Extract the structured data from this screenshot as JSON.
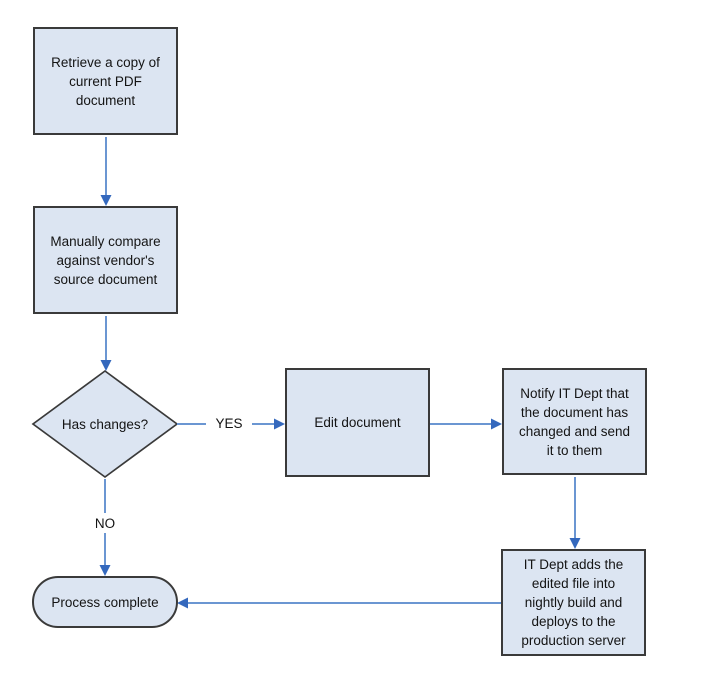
{
  "diagram": {
    "type": "flowchart",
    "background_color": "#ffffff",
    "node_fill_color": "#dce5f2",
    "node_border_color": "#3a3a3a",
    "arrow_line_color": "#6b96d2",
    "arrow_head_color": "#3468bd",
    "text_color": "#141414",
    "nodes": {
      "retrieve": {
        "type": "process",
        "label": "Retrieve a copy of\ncurrent PDF\ndocument"
      },
      "compare": {
        "type": "process",
        "label": "Manually compare\nagainst vendor's\nsource document"
      },
      "has_changes": {
        "type": "decision",
        "label": "Has changes?"
      },
      "edit": {
        "type": "process",
        "label": "Edit document"
      },
      "notify": {
        "type": "process",
        "label": "Notify IT Dept that\nthe document has\nchanged and send\nit to them"
      },
      "deploy": {
        "type": "process",
        "label": "IT Dept adds the\nedited file into\nnightly build and\ndeploys to the\nproduction server"
      },
      "complete": {
        "type": "terminator",
        "label": "Process complete"
      }
    },
    "edges": [
      {
        "from": "retrieve",
        "to": "compare",
        "label": ""
      },
      {
        "from": "compare",
        "to": "has_changes",
        "label": ""
      },
      {
        "from": "has_changes",
        "to": "edit",
        "label": "YES"
      },
      {
        "from": "edit",
        "to": "notify",
        "label": ""
      },
      {
        "from": "notify",
        "to": "deploy",
        "label": ""
      },
      {
        "from": "deploy",
        "to": "complete",
        "label": ""
      },
      {
        "from": "has_changes",
        "to": "complete",
        "label": "NO"
      }
    ]
  }
}
